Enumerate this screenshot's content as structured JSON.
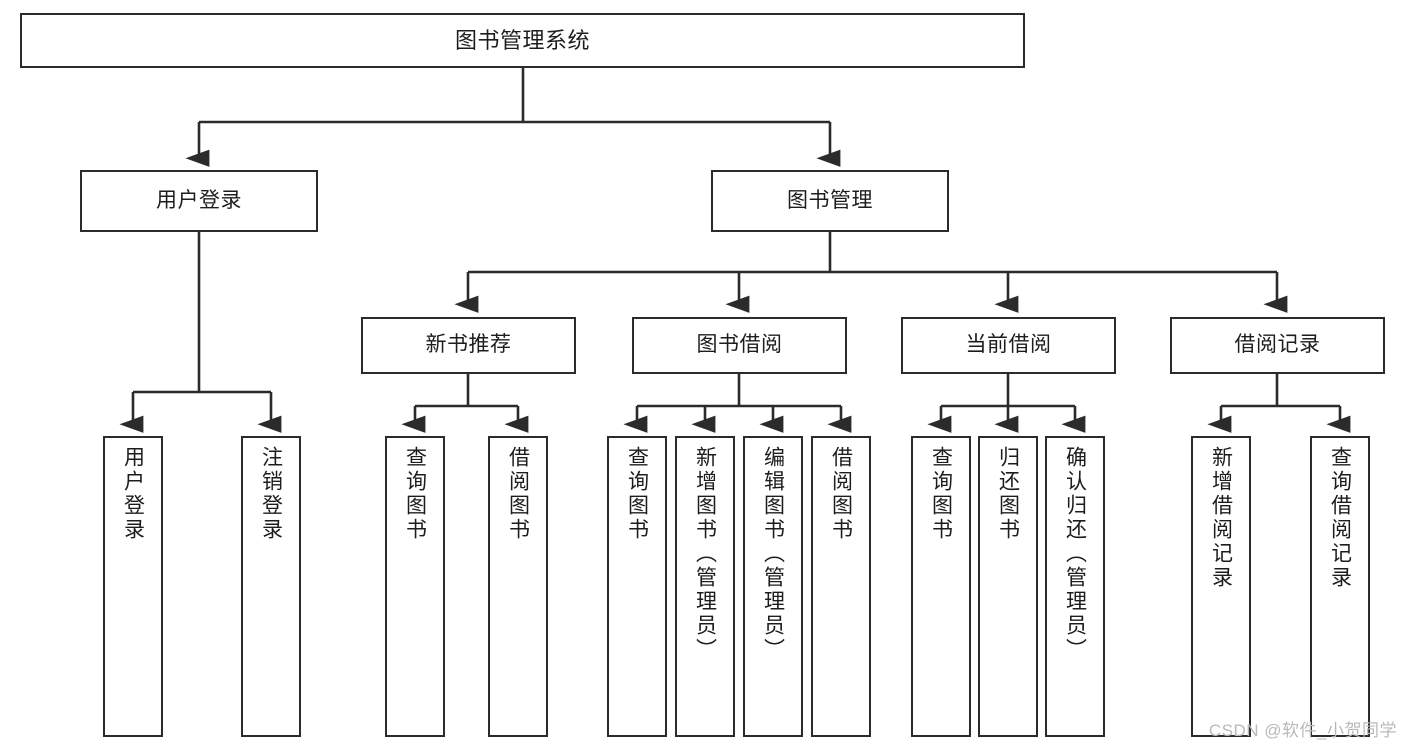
{
  "diagram": {
    "title": "图书管理系统",
    "type": "tree-hierarchy-chart",
    "watermark": "CSDN @软件_小贺同学",
    "colors": {
      "box_border": "#2b2b2b",
      "box_fill": "#ffffff",
      "connector": "#2b2b2b",
      "text": "#1d1d1d",
      "watermark": "#b9b9b9"
    }
  },
  "nodes": {
    "root": {
      "label": "图书管理系统"
    },
    "level2": [
      {
        "label": "用户登录"
      },
      {
        "label": "图书管理"
      }
    ],
    "level3": [
      {
        "label": "新书推荐"
      },
      {
        "label": "图书借阅"
      },
      {
        "label": "当前借阅"
      },
      {
        "label": "借阅记录"
      }
    ],
    "leaves": {
      "user_login": [
        {
          "label": "用户登录"
        },
        {
          "label": "注销登录"
        }
      ],
      "new_book_recommend": [
        {
          "label": "查询图书"
        },
        {
          "label": "借阅图书"
        }
      ],
      "book_borrow": [
        {
          "label": "查询图书"
        },
        {
          "label": "新增图书（管理员）"
        },
        {
          "label": "编辑图书（管理员）"
        },
        {
          "label": "借阅图书"
        }
      ],
      "current_borrow": [
        {
          "label": "查询图书"
        },
        {
          "label": "归还图书"
        },
        {
          "label": "确认归还（管理员）"
        }
      ],
      "borrow_record": [
        {
          "label": "新增借阅记录"
        },
        {
          "label": "查询借阅记录"
        }
      ]
    }
  }
}
